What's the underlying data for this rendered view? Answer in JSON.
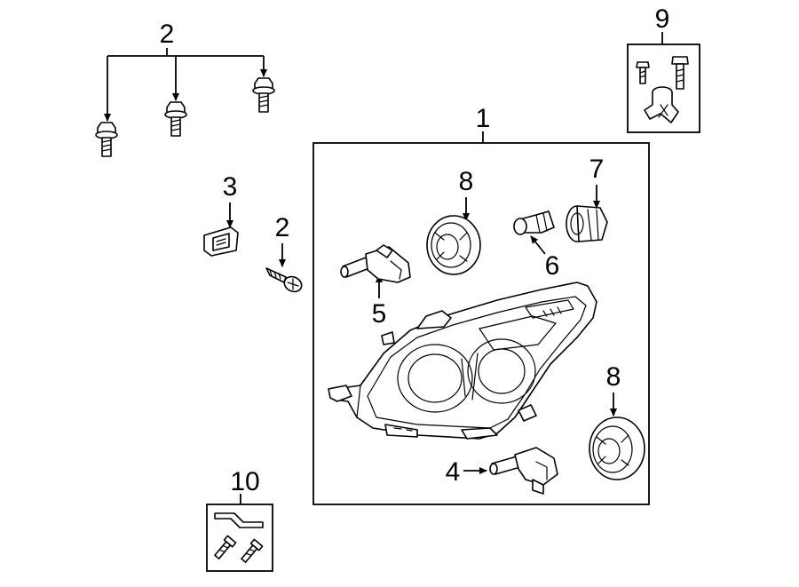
{
  "callouts": {
    "c1": "1",
    "c2_top": "2",
    "c2_screw": "2",
    "c3": "3",
    "c4": "4",
    "c5": "5",
    "c6": "6",
    "c7": "7",
    "c8_top": "8",
    "c8_bottom": "8",
    "c9": "9",
    "c10": "10"
  }
}
